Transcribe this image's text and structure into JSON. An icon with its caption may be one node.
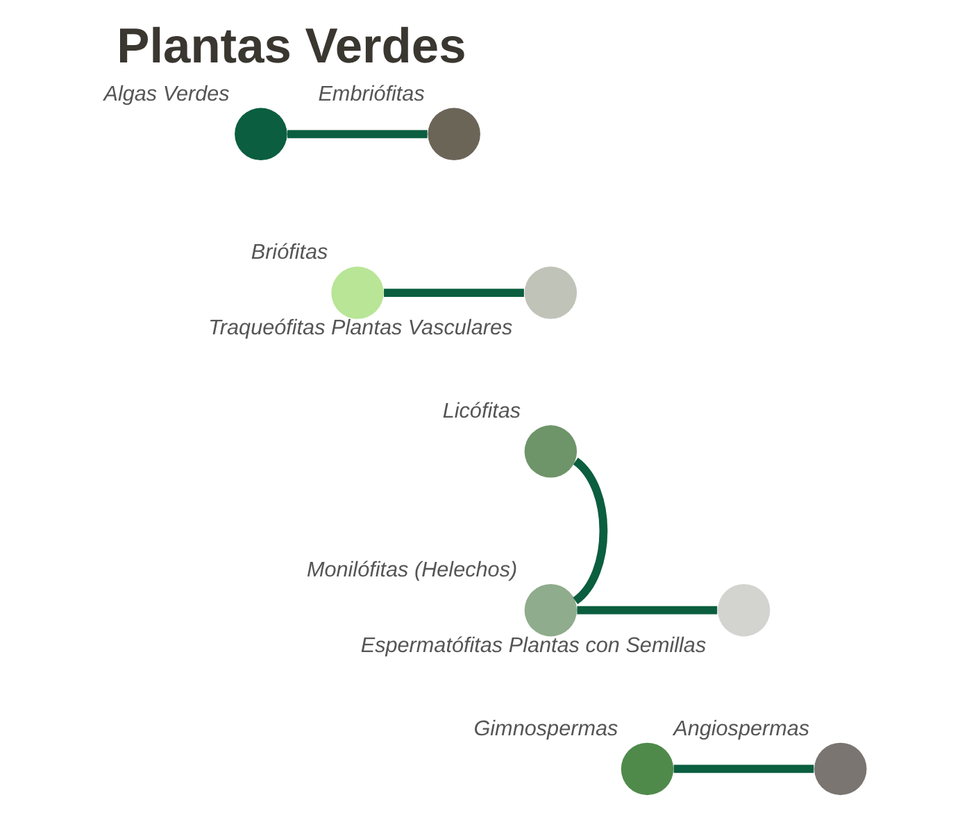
{
  "diagram": {
    "title": "Plantas Verdes",
    "nodes": [
      {
        "text": [
          "Algas Verdes"
        ]
      },
      {
        "text": [
          "Embriófitas"
        ]
      },
      {
        "text": [
          "Briófitas"
        ]
      },
      {
        "text": [
          "Traqueófitas Plantas Vasculares"
        ]
      },
      {
        "text": [
          "Licófitas"
        ]
      },
      {
        "text": [
          "Monilófitas (Helechos)"
        ]
      },
      {
        "text": [
          "Espermatófitas Plantas con Semillas"
        ]
      },
      {
        "text": [
          "Gimnospermas"
        ]
      },
      {
        "text": [
          "Angiospermas"
        ]
      }
    ],
    "edges": [
      {
        "from": 0,
        "to": 1,
        "arrow": "none"
      },
      {
        "from": 2,
        "to": 3,
        "arrow": "none"
      },
      {
        "from": 4,
        "to": 5,
        "arrow": "none"
      },
      {
        "from": 5,
        "to": 6,
        "arrow": "none"
      },
      {
        "from": 7,
        "to": 8,
        "arrow": "none"
      }
    ]
  }
}
